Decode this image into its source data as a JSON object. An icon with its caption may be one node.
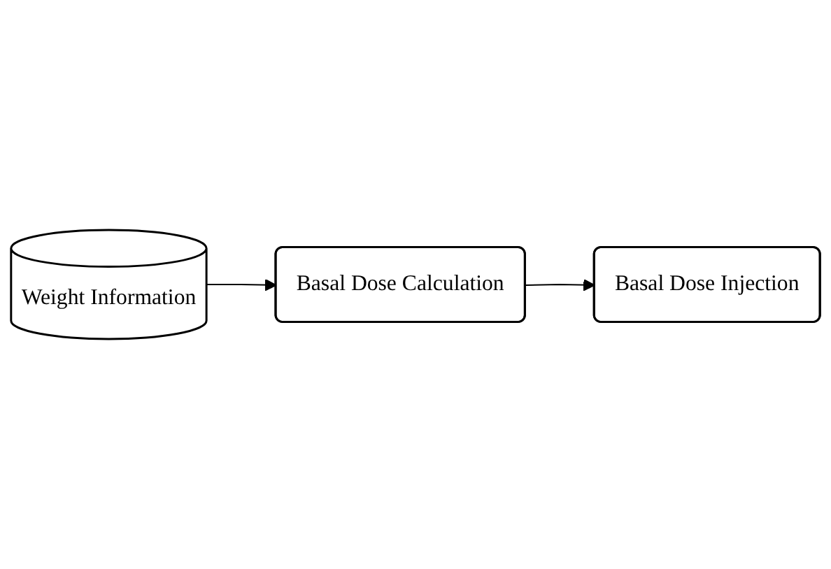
{
  "diagram": {
    "nodes": [
      {
        "text": [
          "Basal Dose Calculation"
        ]
      },
      {
        "text": [
          "Basal Dose Injection"
        ]
      },
      {
        "text": [
          "Weight Information"
        ]
      }
    ],
    "edges": [
      {
        "from": 0,
        "to": 1,
        "arrow": "to"
      },
      {
        "from": 2,
        "to": 0,
        "arrow": "to"
      }
    ]
  }
}
